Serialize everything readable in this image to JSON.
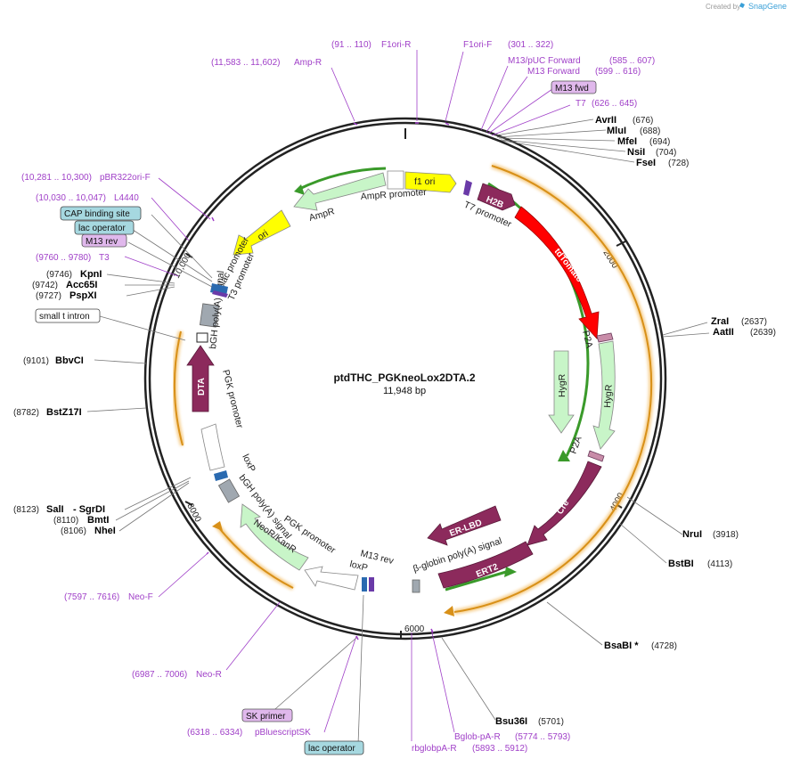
{
  "credit": {
    "prefix": "Created by",
    "brand": "SnapGene"
  },
  "plasmid": {
    "name": "ptdTHC_PGKneoLox2DTA.2",
    "length": "11,948 bp"
  },
  "ticks": [
    "2000",
    "4000",
    "6000",
    "8000",
    "10,000"
  ],
  "primers": [
    {
      "name": "Amp-R",
      "range": "(11,583 .. 11,602)"
    },
    {
      "name": "F1ori-R",
      "range": "(91 .. 110)"
    },
    {
      "name": "F1ori-F",
      "range": "(301 .. 322)"
    },
    {
      "name": "M13/pUC Forward",
      "range": "(585 .. 607)"
    },
    {
      "name": "M13 Forward",
      "range": "(599 .. 616)"
    },
    {
      "name": "M13 fwd",
      "range": ""
    },
    {
      "name": "T7",
      "range": "(626 .. 645)"
    },
    {
      "name": "pBR322ori-F",
      "range": "(10,281 .. 10,300)"
    },
    {
      "name": "L4440",
      "range": "(10,030 .. 10,047)"
    },
    {
      "name": "M13 rev",
      "range": ""
    },
    {
      "name": "T3",
      "range": "(9760 .. 9780)"
    },
    {
      "name": "Neo-F",
      "range": "(7597 .. 7616)"
    },
    {
      "name": "Neo-R",
      "range": "(6987 .. 7006)"
    },
    {
      "name": "SK primer",
      "range": ""
    },
    {
      "name": "pBluescriptSK",
      "range": "(6318 .. 6334)"
    },
    {
      "name": "Bglob-pA-R",
      "range": "(5774 .. 5793)"
    },
    {
      "name": "rbglobpA-R",
      "range": "(5893 .. 5912)"
    }
  ],
  "enzymes": [
    {
      "name": "AvrII",
      "pos": "(676)"
    },
    {
      "name": "MluI",
      "pos": "(688)"
    },
    {
      "name": "MfeI",
      "pos": "(694)"
    },
    {
      "name": "NsiI",
      "pos": "(704)"
    },
    {
      "name": "FseI",
      "pos": "(728)"
    },
    {
      "name": "ZraI",
      "pos": "(2637)"
    },
    {
      "name": "AatII",
      "pos": "(2639)"
    },
    {
      "name": "NruI",
      "pos": "(3918)"
    },
    {
      "name": "BstBI",
      "pos": "(4113)"
    },
    {
      "name": "BsaBI *",
      "pos": "(4728)"
    },
    {
      "name": "Bsu36I",
      "pos": "(5701)"
    },
    {
      "name": "SalI",
      "pos": "(8123)"
    },
    {
      "name": "- SgrDI",
      "pos": ""
    },
    {
      "name": "BmtI",
      "pos": "(8110)"
    },
    {
      "name": "NheI",
      "pos": "(8106)"
    },
    {
      "name": "BstZ17I",
      "pos": "(8782)"
    },
    {
      "name": "BbvCI",
      "pos": "(9101)"
    },
    {
      "name": "KpnI",
      "pos": "(9746)"
    },
    {
      "name": "Acc65I",
      "pos": "(9742)"
    },
    {
      "name": "PspXI",
      "pos": "(9727)"
    }
  ],
  "boxed_features": [
    {
      "name": "CAP binding site",
      "kind": "cyan"
    },
    {
      "name": "lac operator",
      "kind": "cyan"
    },
    {
      "name": "small t intron",
      "kind": "white"
    },
    {
      "name": "lac operator",
      "kind": "cyan"
    }
  ],
  "features": {
    "f1_ori": "f1 ori",
    "ampr_promoter": "AmpR promoter",
    "ampr": "AmpR",
    "ori": "ori",
    "h2b": "H2B",
    "t7_promoter": "T7 promoter",
    "tdtomato": "tdTomato",
    "p2a_1": "P2A",
    "hygr_inner": "HygR",
    "hygr_outer": "HygR",
    "p2a_2": "P2A",
    "cre": "Cre",
    "er_lbd": "ER-LBD",
    "ert2": "ERT2",
    "bglobin_polya": "β-globin poly(A) signal",
    "m13_rev": "M13 rev",
    "loxp_1": "loxP",
    "pgk_promoter_1": "PGK promoter",
    "neokanr": "NeoR/KanR",
    "bgh_polya_1": "bGH poly(A) signal",
    "loxp_2": "loxP",
    "pgk_promoter_2": "PGK promoter",
    "dta": "DTA",
    "bgh_polya_2": "bGH poly(A) signal",
    "t3_promoter": "T3 promoter",
    "lac_promoter": "lac promoter"
  },
  "colors": {
    "primer": "#a040c8",
    "backbone": "#222222",
    "ampr_fill": "#c8f5c8",
    "ori_fill": "#ffff00",
    "h2b_fill": "#8c2a5c",
    "tdtomato_fill": "#ff0000",
    "hygr_fill": "#c8f5c8",
    "cre_fill": "#8c2a5c",
    "neo_fill": "#c8f5c8",
    "orf_outline": "#f0a830",
    "orf_inner": "#3a9a2a",
    "cyan_box": "#a6d8e0",
    "primer_box": "#e0b8ec",
    "brand_blue": "#3aa0d8"
  }
}
